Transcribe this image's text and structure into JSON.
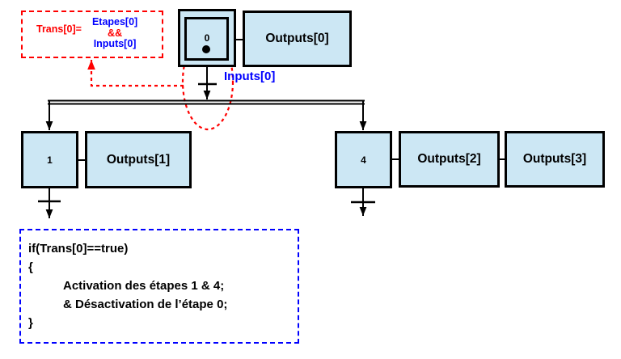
{
  "colors": {
    "step_fill": "#cce7f4",
    "line_black": "#000000",
    "annotation_red": "#ff0000",
    "annotation_blue": "#0000ff"
  },
  "formula_box": {
    "lhs": "Trans[0]=",
    "operand_top": "Etapes[0]",
    "operator": "&&",
    "operand_bottom": "Inputs[0]"
  },
  "steps": {
    "step0": "0",
    "step1": "1",
    "step4": "4"
  },
  "output_boxes": {
    "out0": "Outputs[0]",
    "out1": "Outputs[1]",
    "out2": "Outputs[2]",
    "out3": "Outputs[3]"
  },
  "transition": {
    "label": "Inputs[0]"
  },
  "code_box": {
    "lines": [
      "if(Trans[0]==true)",
      "{",
      "Activation des étapes 1 & 4;",
      "& Désactivation de l’étape 0;",
      "}"
    ]
  }
}
